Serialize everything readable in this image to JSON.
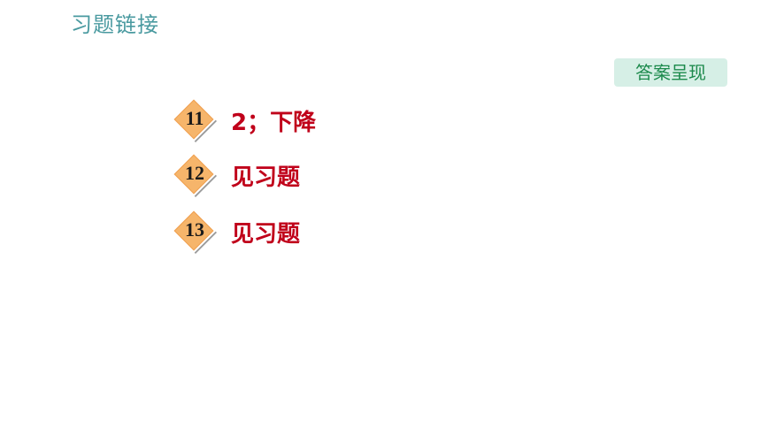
{
  "header": {
    "title": "习题链接"
  },
  "toolbar": {
    "answer_button_label": "答案呈现"
  },
  "items": [
    {
      "number": "11",
      "answer": "2；下降"
    },
    {
      "number": "12",
      "answer": "见习题"
    },
    {
      "number": "13",
      "answer": "见习题"
    }
  ],
  "colors": {
    "title": "#4a9aa0",
    "answer_text": "#c0001a",
    "badge_fill": "#f2a35a",
    "button_bg": "#d6efe6",
    "button_text": "#1c8a4c"
  }
}
